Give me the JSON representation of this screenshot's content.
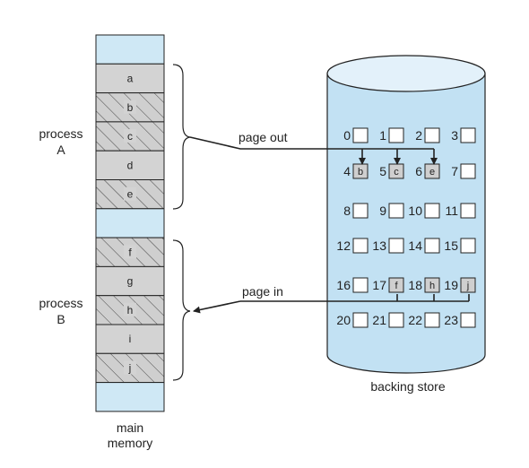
{
  "main_memory": {
    "label_line1": "main",
    "label_line2": "memory",
    "cells": [
      {
        "label": "",
        "kind": "free"
      },
      {
        "label": "a",
        "kind": "resident"
      },
      {
        "label": "b",
        "kind": "paged"
      },
      {
        "label": "c",
        "kind": "paged"
      },
      {
        "label": "d",
        "kind": "resident"
      },
      {
        "label": "e",
        "kind": "paged"
      },
      {
        "label": "",
        "kind": "free"
      },
      {
        "label": "f",
        "kind": "paged"
      },
      {
        "label": "g",
        "kind": "resident"
      },
      {
        "label": "h",
        "kind": "paged"
      },
      {
        "label": "i",
        "kind": "resident"
      },
      {
        "label": "j",
        "kind": "paged"
      },
      {
        "label": "",
        "kind": "free"
      }
    ]
  },
  "processes": [
    {
      "line1": "process",
      "line2": "A"
    },
    {
      "line1": "process",
      "line2": "B"
    }
  ],
  "arrows": {
    "page_out": "page out",
    "page_in": "page in"
  },
  "backing_store": {
    "label": "backing store",
    "rows": [
      [
        {
          "n": "0",
          "page": ""
        },
        {
          "n": "1",
          "page": ""
        },
        {
          "n": "2",
          "page": ""
        },
        {
          "n": "3",
          "page": ""
        }
      ],
      [
        {
          "n": "4",
          "page": "b"
        },
        {
          "n": "5",
          "page": "c"
        },
        {
          "n": "6",
          "page": "e"
        },
        {
          "n": "7",
          "page": ""
        }
      ],
      [
        {
          "n": "8",
          "page": ""
        },
        {
          "n": "9",
          "page": ""
        },
        {
          "n": "10",
          "page": ""
        },
        {
          "n": "11",
          "page": ""
        }
      ],
      [
        {
          "n": "12",
          "page": ""
        },
        {
          "n": "13",
          "page": ""
        },
        {
          "n": "14",
          "page": ""
        },
        {
          "n": "15",
          "page": ""
        }
      ],
      [
        {
          "n": "16",
          "page": ""
        },
        {
          "n": "17",
          "page": "f"
        },
        {
          "n": "18",
          "page": "h"
        },
        {
          "n": "19",
          "page": "j"
        }
      ],
      [
        {
          "n": "20",
          "page": ""
        },
        {
          "n": "21",
          "page": ""
        },
        {
          "n": "22",
          "page": ""
        },
        {
          "n": "23",
          "page": ""
        }
      ]
    ]
  },
  "colors": {
    "free": "#cfe8f5",
    "resident": "#d3d3d3",
    "paged": "#cfcfcf",
    "cylinder": "#c2e1f3",
    "cylinder_top": "#e3f1fa",
    "stroke": "#222222"
  }
}
